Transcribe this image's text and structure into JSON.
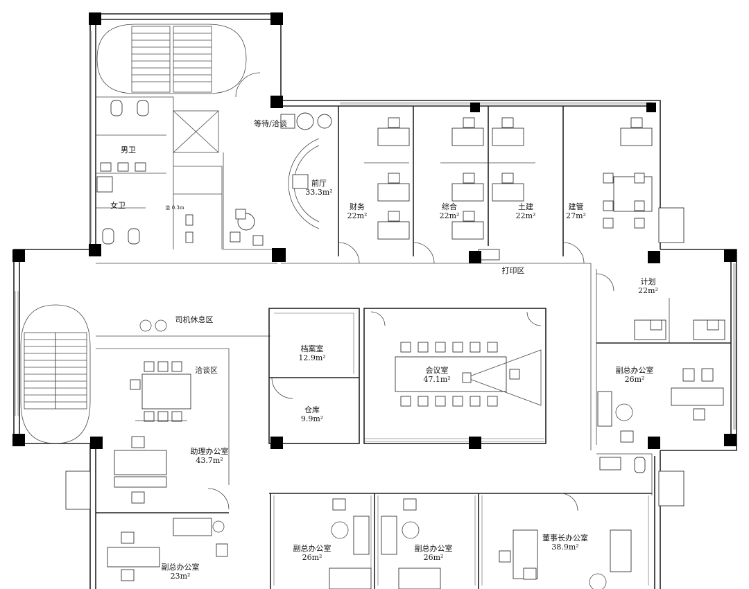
{
  "rooms": [
    {
      "id": "reception-wait",
      "name": "等待/洽谈",
      "area": ""
    },
    {
      "id": "lobby",
      "name": "前厅",
      "area": "33.3m²"
    },
    {
      "id": "men-wc",
      "name": "男卫",
      "area": ""
    },
    {
      "id": "women-wc",
      "name": "女卫",
      "area": ""
    },
    {
      "id": "finance",
      "name": "财务",
      "area": "22m²"
    },
    {
      "id": "general",
      "name": "综合",
      "area": "22m²"
    },
    {
      "id": "civil",
      "name": "土建",
      "area": "22m²"
    },
    {
      "id": "construction",
      "name": "建管",
      "area": "27m²"
    },
    {
      "id": "print",
      "name": "打印区",
      "area": ""
    },
    {
      "id": "planning",
      "name": "计划",
      "area": "22m²"
    },
    {
      "id": "driver-rest",
      "name": "司机休息区",
      "area": ""
    },
    {
      "id": "negotiation",
      "name": "洽谈区",
      "area": ""
    },
    {
      "id": "archive",
      "name": "档案室",
      "area": "12.9m²"
    },
    {
      "id": "storage",
      "name": "仓库",
      "area": "9.9m²"
    },
    {
      "id": "meeting",
      "name": "会议室",
      "area": "47.1m²"
    },
    {
      "id": "vp-office-right",
      "name": "副总办公室",
      "area": "26m²"
    },
    {
      "id": "assistant-office",
      "name": "助理办公室",
      "area": "43.7m²"
    },
    {
      "id": "vp-office-bl",
      "name": "副总办公室",
      "area": "23m²"
    },
    {
      "id": "vp-office-b1",
      "name": "副总办公室",
      "area": "26m²"
    },
    {
      "id": "vp-office-b2",
      "name": "副总办公室",
      "area": "26m²"
    },
    {
      "id": "chairman-office",
      "name": "董事长办公室",
      "area": "38.9m²"
    }
  ],
  "misc": {
    "small_label": "坐 0.3m"
  }
}
